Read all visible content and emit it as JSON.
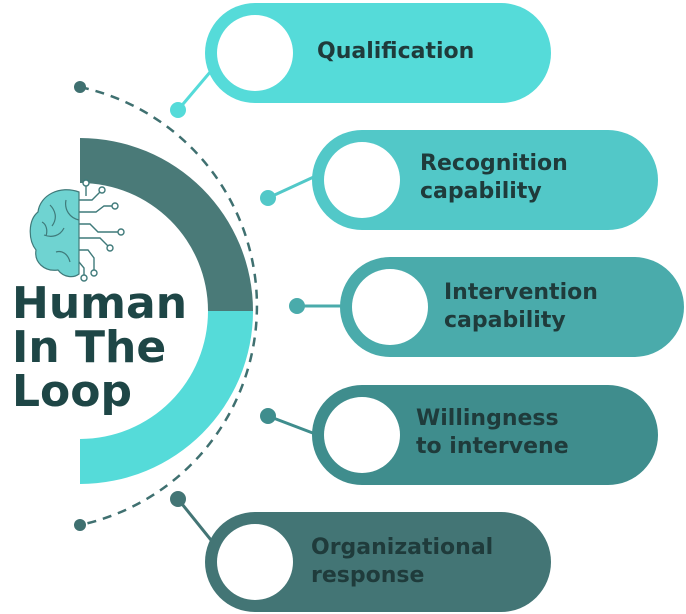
{
  "title": {
    "line1": "Human",
    "line2": "In The",
    "line3": "Loop"
  },
  "items": [
    {
      "label_line1": "Qualification",
      "label_line2": "",
      "color": "#55dbd9"
    },
    {
      "label_line1": "Recognition",
      "label_line2": "capability",
      "color": "#52c8c8"
    },
    {
      "label_line1": "Intervention",
      "label_line2": "capability",
      "color": "#4aabab"
    },
    {
      "label_line1": "Willingness",
      "label_line2": "to intervene",
      "color": "#3f8d8d"
    },
    {
      "label_line1": "Organizational",
      "label_line2": "response",
      "color": "#437575"
    }
  ],
  "colors": {
    "arc_dark": "#4a7a78",
    "arc_light": "#55dbd9",
    "connector_dot": "#55dbd9",
    "end_dot": "#3f7070",
    "title_text": "#1e4646",
    "brain_light": "#6fd3d1",
    "brain_dark": "#3f7a7a"
  },
  "icons": [
    "brain-circuit-icon"
  ]
}
